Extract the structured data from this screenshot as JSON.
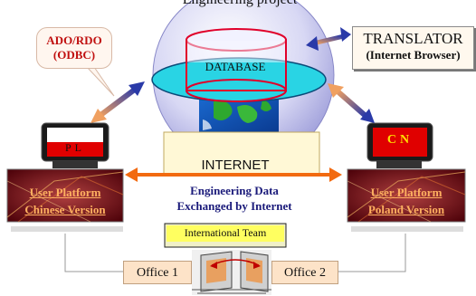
{
  "title": "Engineering project",
  "callout": {
    "line1": "ADO/RDO",
    "line2": "(ODBC)"
  },
  "translator": {
    "line1": "TRANSLATOR",
    "line2": "(Internet Browser)"
  },
  "database_label": "DATABASE",
  "internet_label": "INTERNET",
  "exchange_text": {
    "line1": "Engineering Data",
    "line2": "Exchanged by Internet"
  },
  "left_monitor_label": "PL",
  "right_monitor_label": "CN",
  "left_platform": {
    "line1": "User Platform",
    "line2": "Chinese Version"
  },
  "right_platform": {
    "line1": "User Platform",
    "line2": "Poland Version"
  },
  "team_label": "International Team",
  "office1_label": "Office 1",
  "office2_label": "Office 2",
  "colors": {
    "sphere": "#c8c8ee",
    "database_red": "#e0002a",
    "ellipse_cyan": "#29d4e4",
    "monitor_red": "#e00000",
    "platform_dark": "#5c0010",
    "arrow_orange": "#f26a10",
    "arrow_blue": "#2a3aa8"
  }
}
